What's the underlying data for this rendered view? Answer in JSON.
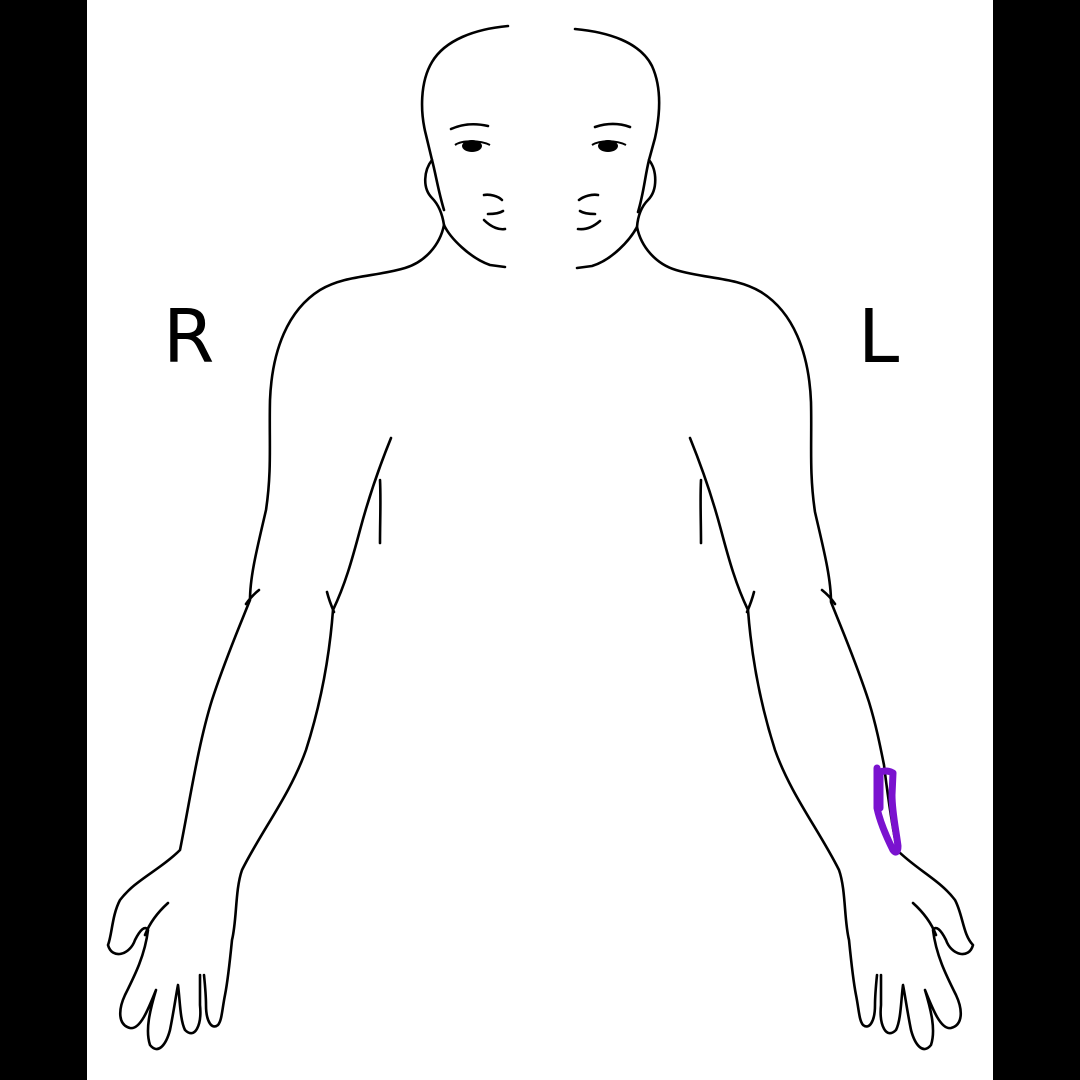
{
  "labels": {
    "right_side": "R",
    "left_side": "L"
  },
  "colors": {
    "background": "#ffffff",
    "letterbox": "#000000",
    "outline": "#000000",
    "mark": "#7a12cf"
  },
  "marks": [
    {
      "name": "left-wrist-mark",
      "color": "#7a12cf"
    }
  ]
}
